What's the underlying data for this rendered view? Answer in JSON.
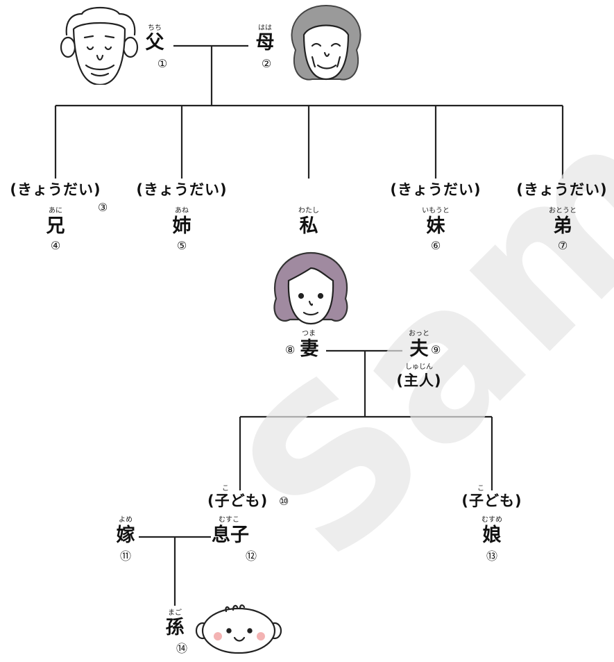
{
  "parents": {
    "father": {
      "ruby": "ちち",
      "label": "父",
      "num": "①"
    },
    "mother": {
      "ruby": "はは",
      "label": "母",
      "num": "②"
    }
  },
  "siblings": {
    "group_label": "(きょうだい)",
    "group_num": "③",
    "elder_brother": {
      "ruby": "あに",
      "label": "兄",
      "num": "④"
    },
    "elder_sister": {
      "ruby": "あね",
      "label": "姉",
      "num": "⑤"
    },
    "younger_sister": {
      "ruby": "いもうと",
      "label": "妹",
      "num": "⑥"
    },
    "younger_brother": {
      "ruby": "おとうと",
      "label": "弟",
      "num": "⑦"
    }
  },
  "self": {
    "ruby": "わたし",
    "label": "私"
  },
  "couple": {
    "wife": {
      "ruby": "つま",
      "label": "妻",
      "num": "⑧"
    },
    "husband": {
      "ruby": "おっと",
      "label": "夫",
      "num": "⑨",
      "alt_ruby": "しゅじん",
      "alt_label": "(主人)"
    }
  },
  "children": {
    "child_label": "(子ども)",
    "child_ruby": "こ",
    "group_num": "⑩",
    "son": {
      "ruby": "むすこ",
      "label": "息子",
      "num": "⑫"
    },
    "daughter": {
      "ruby": "むすめ",
      "label": "娘",
      "num": "⑬"
    }
  },
  "son_wife": {
    "ruby": "よめ",
    "label": "嫁",
    "num": "⑪"
  },
  "grandchild": {
    "ruby": "まご",
    "label": "孫",
    "num": "⑭"
  },
  "watermark": "Sample"
}
